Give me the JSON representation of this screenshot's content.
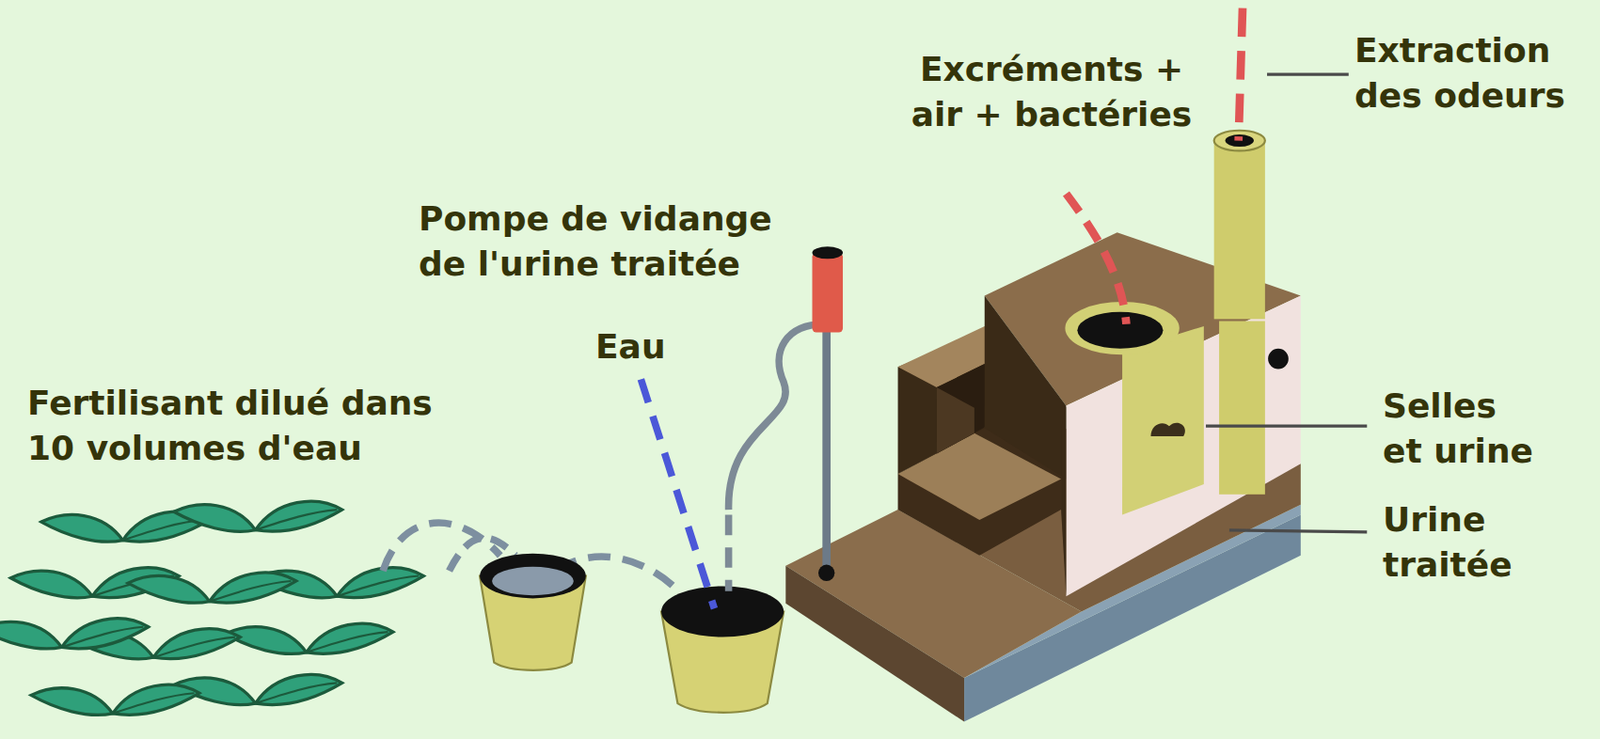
{
  "diagram": {
    "labels": [
      "Excréments + air + bactéries",
      "Extraction des odeurs",
      "Pompe de vidange de l'urine traitée",
      "Eau",
      "Fertilisant dilué dans 10 volumes d'eau",
      "Selles et urine",
      "Urine traitée"
    ]
  }
}
